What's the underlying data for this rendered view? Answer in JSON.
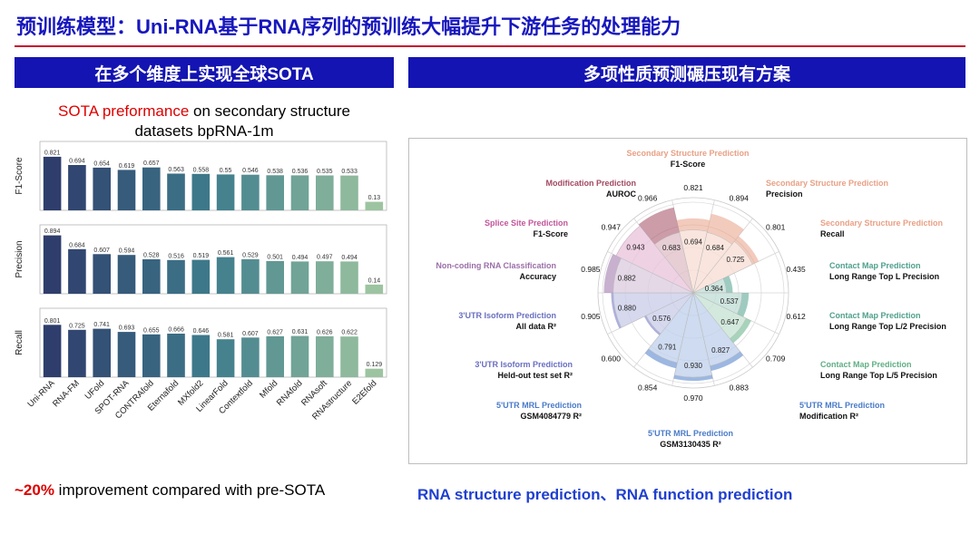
{
  "title": "预训练模型：Uni-RNA基于RNA序列的预训练大幅提升下游任务的处理能力",
  "header_left": "在多个维度上实现全球SOTA",
  "header_right": "多项性质预测碾压现有方案",
  "left_panel": {
    "subtitle_highlight": "SOTA preformance",
    "subtitle_rest": " on secondary structure",
    "subtitle_line2": "datasets bpRNA-1m",
    "footnote_highlight": "~20%",
    "footnote_rest": " improvement compared with pre-SOTA"
  },
  "right_panel": {
    "footnote": "RNA structure prediction、RNA function prediction"
  },
  "colors": {
    "primary_blue": "#1717BE",
    "header_blue": "#1414B2",
    "rule_red": "#C8102E",
    "highlight_red": "#DF0000",
    "footnote_blue": "#1F3FD0",
    "panel_border": "#BEBEBE"
  },
  "chart_data": [
    {
      "type": "bar",
      "title": "SOTA preformance on secondary structure datasets bpRNA-1m",
      "categories": [
        "Uni-RNA",
        "RNA-FM",
        "UFold",
        "SPOT-RNA",
        "CONTRAfold",
        "Eternafold",
        "MXfold2",
        "LinearFold",
        "Contextfold",
        "Mfold",
        "RNAfold",
        "RNAsoft",
        "RNAstructure",
        "E2Efold"
      ],
      "series": [
        {
          "name": "F1-Score",
          "values": [
            0.821,
            0.694,
            0.654,
            0.619,
            0.657,
            0.563,
            0.558,
            0.55,
            0.546,
            0.538,
            0.536,
            0.535,
            0.533,
            0.13
          ]
        },
        {
          "name": "Precision",
          "values": [
            0.894,
            0.684,
            0.607,
            0.594,
            0.528,
            0.516,
            0.519,
            0.561,
            0.529,
            0.501,
            0.494,
            0.497,
            0.494,
            0.14
          ]
        },
        {
          "name": "Recall",
          "values": [
            0.801,
            0.725,
            0.741,
            0.693,
            0.655,
            0.666,
            0.646,
            0.581,
            0.607,
            0.627,
            0.631,
            0.626,
            0.622,
            0.129
          ]
        }
      ],
      "ylim": [
        0,
        1
      ],
      "grid": false,
      "palette": [
        "#2F3D6C",
        "#3E7D8C",
        "#9CC4A0"
      ]
    },
    {
      "type": "radar",
      "scale_max": 1.0,
      "note": "outer = Uni-RNA score, inner = pre-SOTA baseline score",
      "categories": [
        {
          "name": "Secondary Structure Prediction",
          "metric": "F1-Score",
          "color": "#E8A186",
          "outer": 0.821,
          "outer_label": "0.821",
          "inner": 0.694,
          "inner_label": "0.694"
        },
        {
          "name": "Secondary Structure Prediction",
          "metric": "Precision",
          "color": "#E8A186",
          "outer": 0.894,
          "outer_label": "0.894",
          "inner": 0.684,
          "inner_label": "0.684"
        },
        {
          "name": "Secondary Structure Prediction",
          "metric": "Recall",
          "color": "#E8A186",
          "outer": 0.801,
          "outer_label": "0.801",
          "inner": 0.725,
          "inner_label": "0.725"
        },
        {
          "name": "Contact Map Prediction",
          "metric": "Long Range Top L Precision",
          "color": "#4FA08B",
          "outer": 0.435,
          "outer_label": "0.435",
          "inner": 0.364,
          "inner_label": "0.364"
        },
        {
          "name": "Contact Map Prediction",
          "metric": "Long Range Top L/2 Precision",
          "color": "#4FA08B",
          "outer": 0.612,
          "outer_label": "0.612",
          "inner": 0.537,
          "inner_label": "0.537"
        },
        {
          "name": "Contact Map Prediction",
          "metric": "Long Range Top L/5 Precision",
          "color": "#5FAE84",
          "outer": 0.709,
          "outer_label": "0.709",
          "inner": 0.647,
          "inner_label": "0.647"
        },
        {
          "name": "5'UTR MRL Prediction",
          "metric": "Modification R²",
          "color": "#4A7BC8",
          "outer": 0.883,
          "outer_label": "0.883",
          "inner": 0.827,
          "inner_label": "0.827"
        },
        {
          "name": "5'UTR MRL Prediction",
          "metric": "GSM3130435 R²",
          "color": "#4A7BC8",
          "outer": 0.97,
          "outer_label": "0.970",
          "inner": 0.93,
          "inner_label": "0.930"
        },
        {
          "name": "5'UTR MRL Prediction",
          "metric": "GSM4084779 R²",
          "color": "#4A7BC8",
          "outer": 0.854,
          "outer_label": "0.854",
          "inner": 0.791,
          "inner_label": "0.791"
        },
        {
          "name": "3'UTR Isoform Prediction",
          "metric": "Held-out test set R²",
          "color": "#6A6FC0",
          "outer": 0.6,
          "outer_label": "0.600",
          "inner": 0.576,
          "inner_label": "0.576"
        },
        {
          "name": "3'UTR Isoform Prediction",
          "metric": "All data R²",
          "color": "#6A6FC0",
          "outer": 0.905,
          "outer_label": "0.905",
          "inner": 0.88,
          "inner_label": "0.880"
        },
        {
          "name": "Non-coding RNA Classification",
          "metric": "Accuracy",
          "color": "#9B6FA8",
          "outer": 0.985,
          "outer_label": "0.985",
          "inner": 0.882,
          "inner_label": "0.882"
        },
        {
          "name": "Splice Site Prediction",
          "metric": "F1-Score",
          "color": "#C2559B",
          "outer": 0.947,
          "outer_label": "0.947",
          "inner": 0.943,
          "inner_label": "0.943"
        },
        {
          "name": "Modification Prediction",
          "metric": "AUROC",
          "color": "#A34A62",
          "outer": 0.966,
          "outer_label": "0.966",
          "inner": 0.683,
          "inner_label": "0.683"
        }
      ]
    }
  ]
}
